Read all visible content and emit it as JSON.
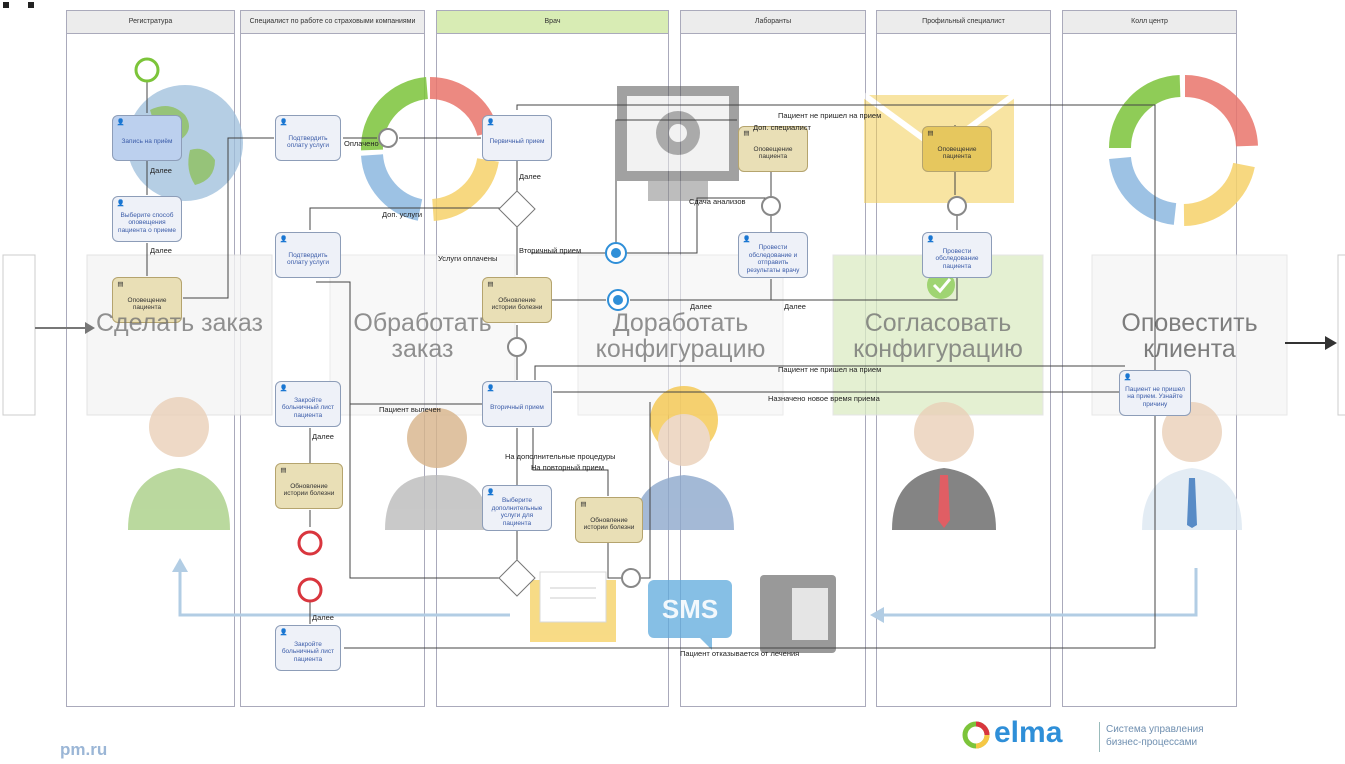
{
  "lanes": [
    {
      "title": "Регистратура"
    },
    {
      "title": "Специалист по работе со страховыми компаниями"
    },
    {
      "title": "Врач"
    },
    {
      "title": "Лаборанты"
    },
    {
      "title": "Профильный специалист"
    },
    {
      "title": "Колл центр"
    }
  ],
  "tasks": {
    "registration_signup": "Запись на приём",
    "choose_notify_method": "Выберите способ оповещения пациента о приеме",
    "notify_patient_reg": "Оповещение пациента",
    "confirm_payment_1": "Подтвердить оплату услуги",
    "confirm_payment_2": "Подтвердить оплату услуги",
    "close_sick_leave_1": "Закройте больничный лист пациента",
    "update_history_ins": "Обновление истории болезни",
    "close_sick_leave_2": "Закройте больничный лист пациента",
    "primary_visit": "Первичный прием",
    "update_history_doc": "Обновление истории болезни",
    "secondary_visit": "Вторичный прием",
    "choose_extra_services": "Выберите дополнительные услуги для пациента",
    "update_history_doc2": "Обновление истории болезни",
    "notify_patient_lab": "Оповещение пациента",
    "conduct_exam_lab": "Провести обследование и отправить результаты врачу",
    "notify_patient_prof": "Оповещение пациента",
    "conduct_exam_prof": "Провести обследование пациента",
    "patient_no_show": "Пациент не пришел на прием. Узнайте причину"
  },
  "labels": {
    "next1": "Далее",
    "next2": "Далее",
    "next3": "Далее",
    "next4": "Далее",
    "next5": "Далее",
    "next6": "Далее",
    "next7": "Далее",
    "paid": "Оплачено",
    "extra_specialist": "Доп. специалист",
    "extra_services": "Доп. услуги",
    "tests_passed": "Сдача анализов",
    "secondary_visit_flow": "Вторичный прием",
    "services_paid": "Услуги оплачены",
    "no_show_1": "Пациент не пришел на прием",
    "no_show_2": "Пациент не пришел на прием",
    "new_time": "Назначено новое время приема",
    "patient_cured": "Пациент вылечен",
    "extra_procedures": "На дополнительные процедуры",
    "repeat_visit": "На повторный прием",
    "patient_refuses": "Пациент отказывается от лечения"
  },
  "overlay": {
    "step1": "Сделать заказ",
    "step2": "Обработать заказ",
    "step3": "Доработать конфигурацию",
    "step4": "Согласовать конфигурацию",
    "step5": "Оповестить клиента",
    "sms": "SMS"
  },
  "footer": {
    "site": "pm.ru",
    "brand": "elma",
    "tagline1": "Система управления",
    "tagline2": "бизнес-процессами"
  },
  "colors": {
    "accent": "#2f8fd8",
    "green": "#7cc43a",
    "red": "#d9363e",
    "yellow": "#f6c744"
  }
}
